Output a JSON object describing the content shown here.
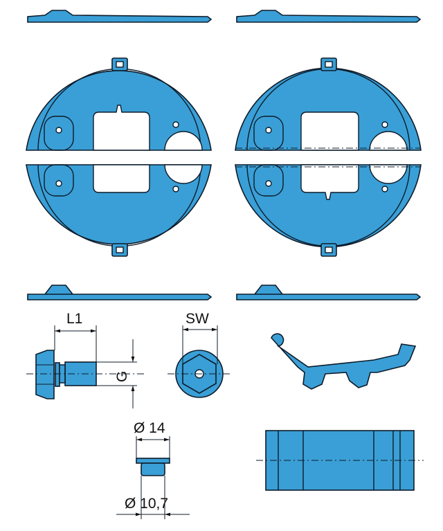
{
  "labels": {
    "l1": "L1",
    "sw": "SW",
    "g": "G",
    "d14": "Ø 14",
    "d107": "Ø 10,7"
  },
  "colors": {
    "part": "#3a9fd6",
    "outline": "#0d1b2a"
  }
}
